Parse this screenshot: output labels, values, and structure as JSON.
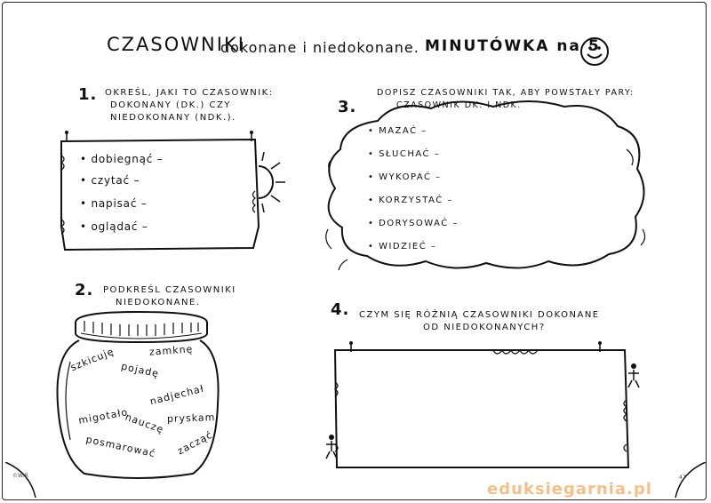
{
  "header": {
    "title_main": "CZASOWNIKI",
    "title_sub": "dokonane i niedokonane.",
    "title_minute": "MINUTÓWKA na 5",
    "smiley": "smiley-face-icon"
  },
  "task1": {
    "number": "1.",
    "instruction": [
      "Określ, jaki to czasownik:",
      "dokonany (dk.) czy",
      "niedokonany (ndk.)."
    ],
    "verbs": [
      "dobiegnąć –",
      "czytać –",
      "napisać –",
      "oglądać –"
    ]
  },
  "task2": {
    "number": "2.",
    "instruction": [
      "Podkreśl czasowniki",
      "niedokonane."
    ],
    "jar_words": [
      "szkicuję",
      "zamknę",
      "pojadę",
      "nadjechał",
      "migotało",
      "nauczę",
      "pryskam",
      "posmarować",
      "zacząć"
    ]
  },
  "task3": {
    "number": "3.",
    "instruction": [
      "Dopisz czasowniki tak, aby powstały pary:",
      "czasownik dk. i ndk."
    ],
    "verbs": [
      "mazać –",
      "słuchać –",
      "wykopać –",
      "korzystać –",
      "dorysować –",
      "widzieć –"
    ]
  },
  "task4": {
    "number": "4.",
    "instruction": [
      "Czym się różnią czasowniki dokonane",
      "od niedokonanych?"
    ]
  },
  "footer": {
    "copyright": "©WIR",
    "page_number": "47",
    "watermark": "eduksiegarnia.pl"
  }
}
